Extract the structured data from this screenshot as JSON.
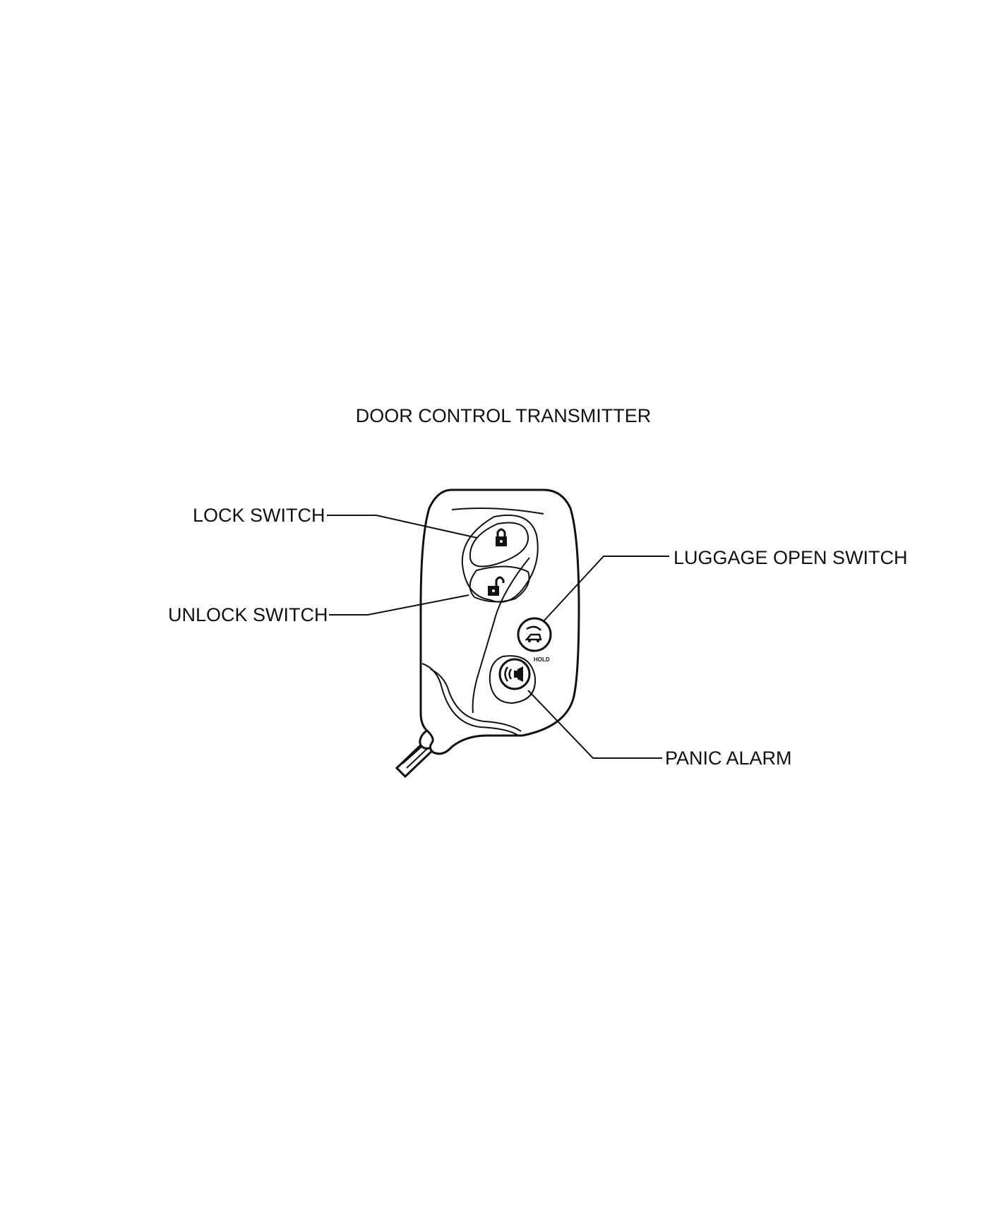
{
  "title": "DOOR CONTROL TRANSMITTER",
  "labels": {
    "lock": "LOCK SWITCH",
    "unlock": "UNLOCK SWITCH",
    "luggage": "LUGGAGE OPEN SWITCH",
    "panic": "PANIC ALARM",
    "hold": "HOLD"
  },
  "icons": {
    "lock": "lock-closed-icon",
    "unlock": "lock-open-icon",
    "luggage": "trunk-open-icon",
    "panic": "alarm-horn-icon"
  }
}
